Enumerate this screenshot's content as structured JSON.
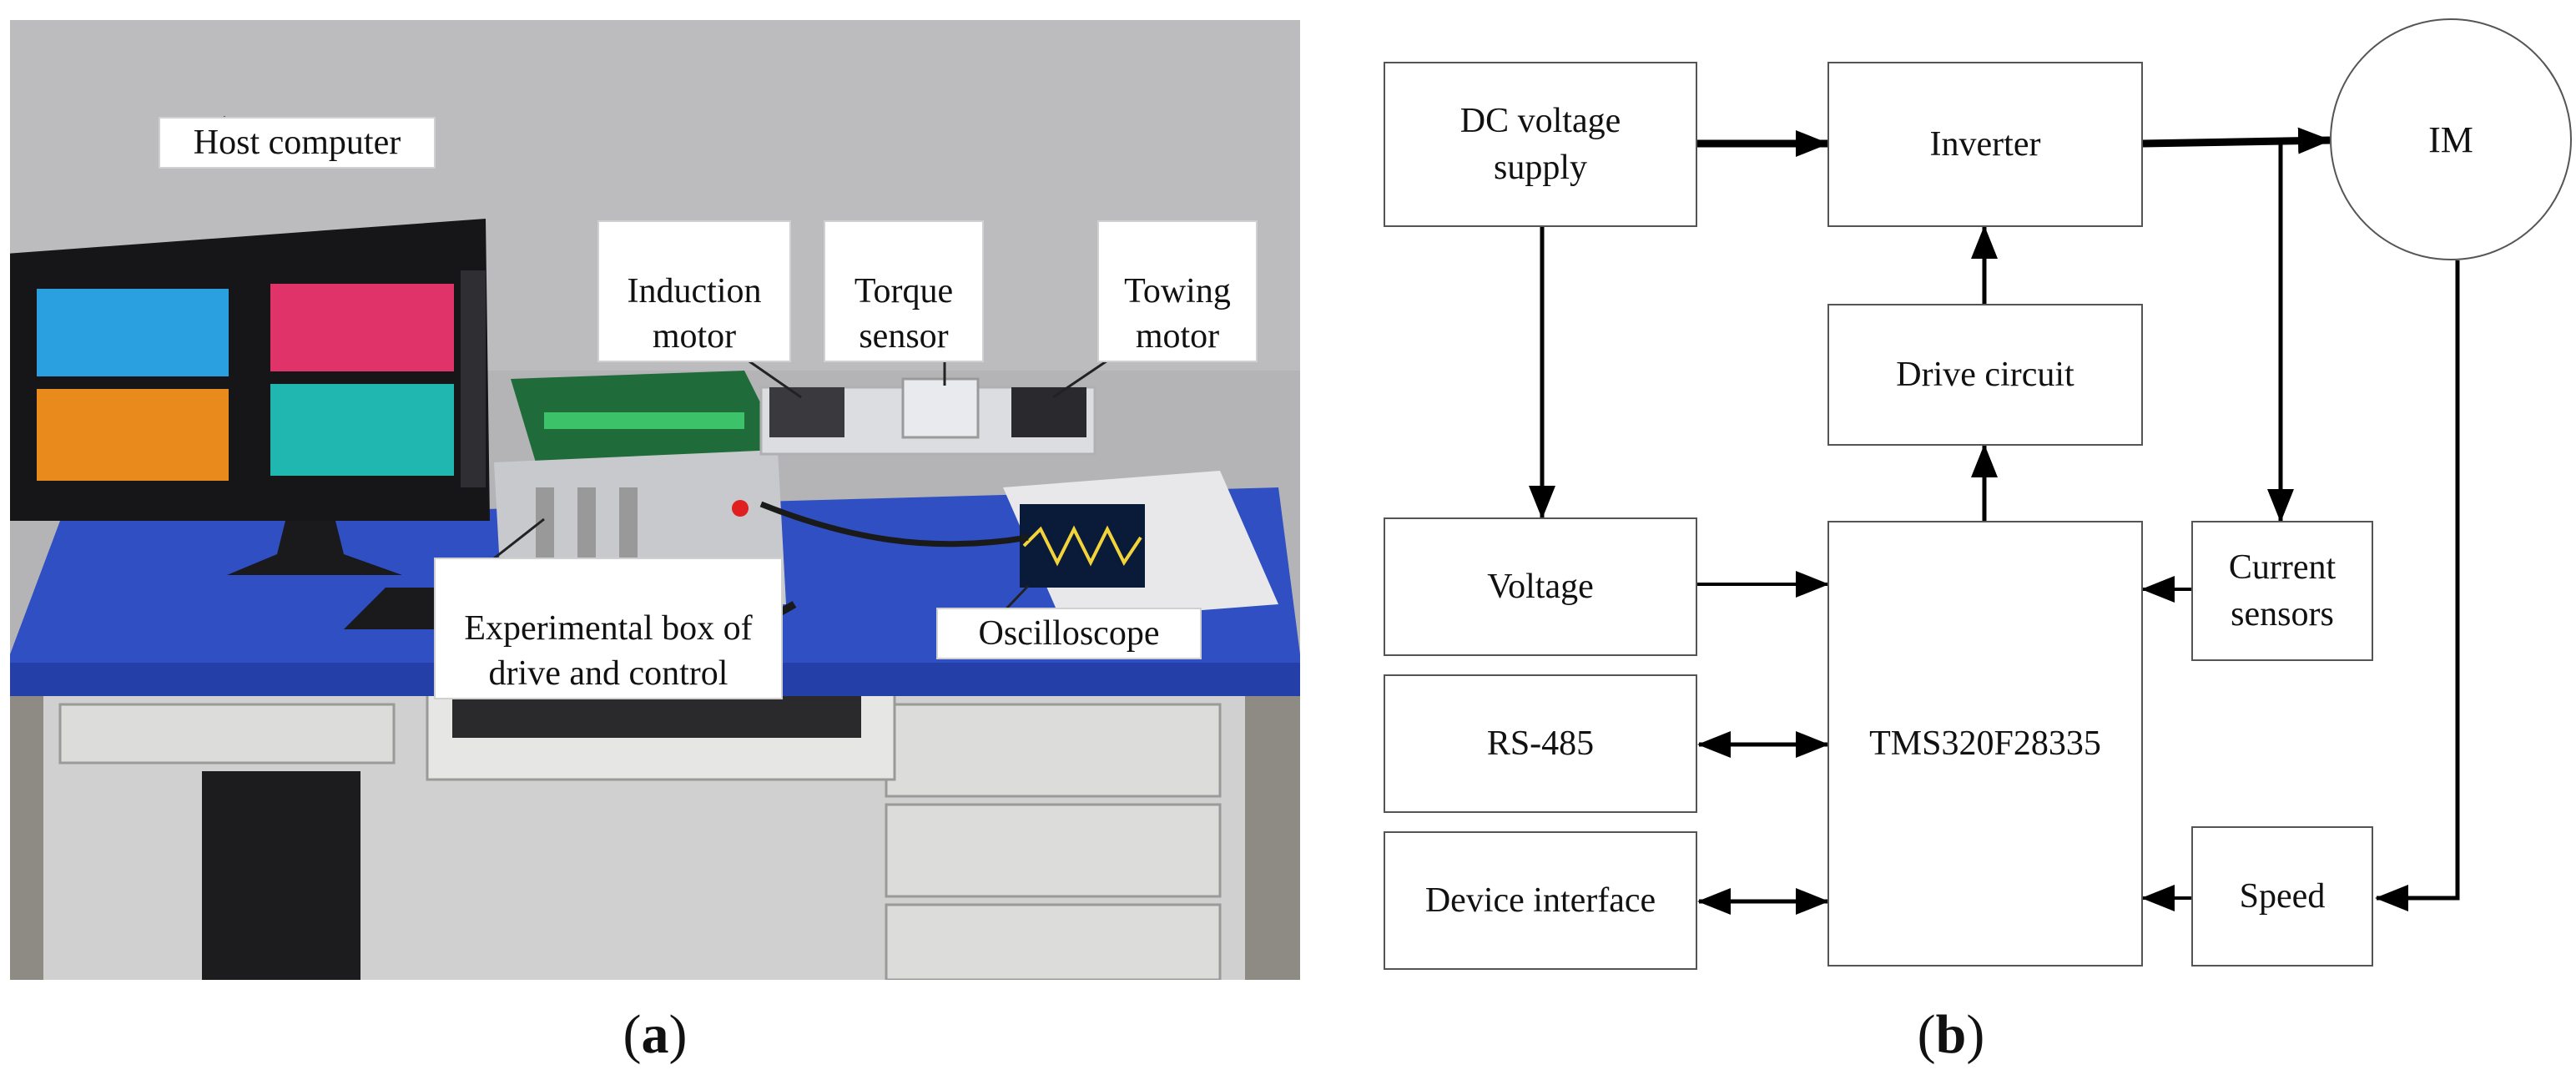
{
  "panel_a": {
    "caption_letter": "a",
    "labels": {
      "host_computer": "Host computer",
      "induction_motor": "Induction\nmotor",
      "torque_sensor": "Torque\nsensor",
      "towing_motor": "Towing\nmotor",
      "experimental_box": "Experimental box of\ndrive and control",
      "oscilloscope": "Oscilloscope"
    }
  },
  "panel_b": {
    "caption_letter": "b",
    "blocks": {
      "dc_supply": "DC voltage\nsupply",
      "inverter": "Inverter",
      "im": "IM",
      "drive_circuit": "Drive circuit",
      "voltage": "Voltage",
      "controller": "TMS320F28335",
      "current_sensors": "Current\nsensors",
      "rs485": "RS-485",
      "device_interface": "Device interface",
      "speed": "Speed"
    }
  }
}
